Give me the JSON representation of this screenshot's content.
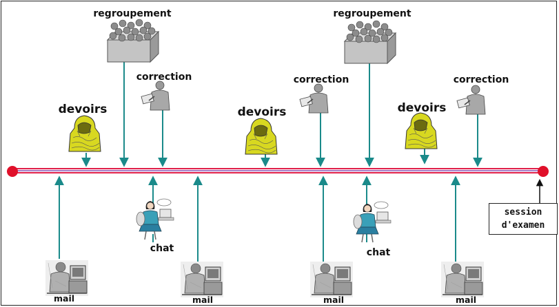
{
  "labels": {
    "regroupement_1": "regroupement",
    "regroupement_2": "regroupement",
    "correction_1": "correction",
    "correction_2": "correction",
    "correction_3": "correction",
    "devoirs_1": "devoirs",
    "devoirs_2": "devoirs",
    "devoirs_3": "devoirs",
    "chat_1": "chat",
    "chat_2": "chat",
    "mail_1": "mail",
    "mail_2": "mail",
    "mail_3": "mail",
    "mail_4": "mail",
    "session_line1": "session",
    "session_line2": "d'examen"
  },
  "colors": {
    "timeline": "#e0204a",
    "timeline_inner": "#8a4fb0",
    "arrow": "#1a8a8a",
    "devoirs_icon": "#d8d820",
    "crowd_icon": "#b8b8b8"
  },
  "icons": {
    "regroupement": "crowd-box-icon",
    "correction": "teacher-reading-icon",
    "devoirs": "hooded-figure-icon",
    "chat": "chat-user-icon",
    "mail": "computer-user-icon"
  }
}
